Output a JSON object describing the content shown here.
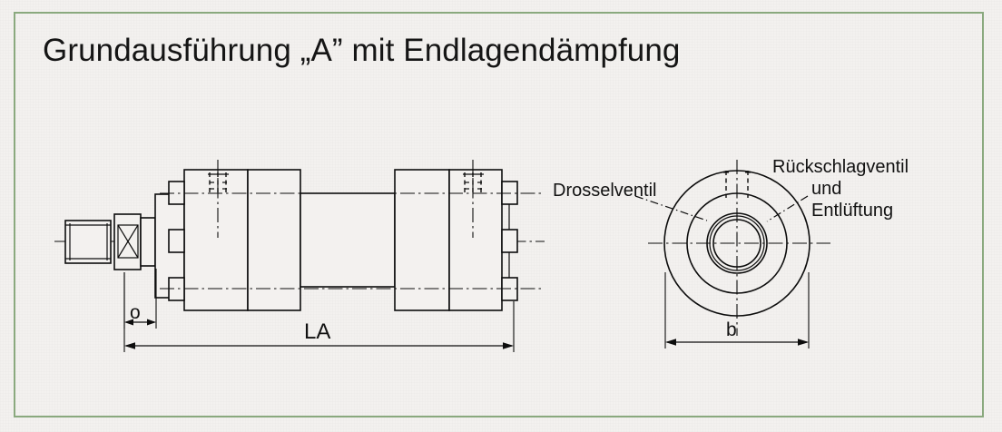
{
  "page": {
    "background_color": "#f3f1ef",
    "frame_color": "#8aa97e",
    "line_color": "#0d0d0d"
  },
  "title": "Grundausführung „A” mit Endlagendämpfung",
  "labels": {
    "drosselventil": "Drosselventil",
    "rueckschlagventil": "Rückschlagventil",
    "und": "und",
    "entlueftung": "Entlüftung"
  },
  "dimensions": {
    "o": "o",
    "la": "LA",
    "b": "b"
  },
  "views": {
    "side_view_name": "pneumatic-cylinder-side-view",
    "front_view_name": "pneumatic-cylinder-front-view"
  }
}
